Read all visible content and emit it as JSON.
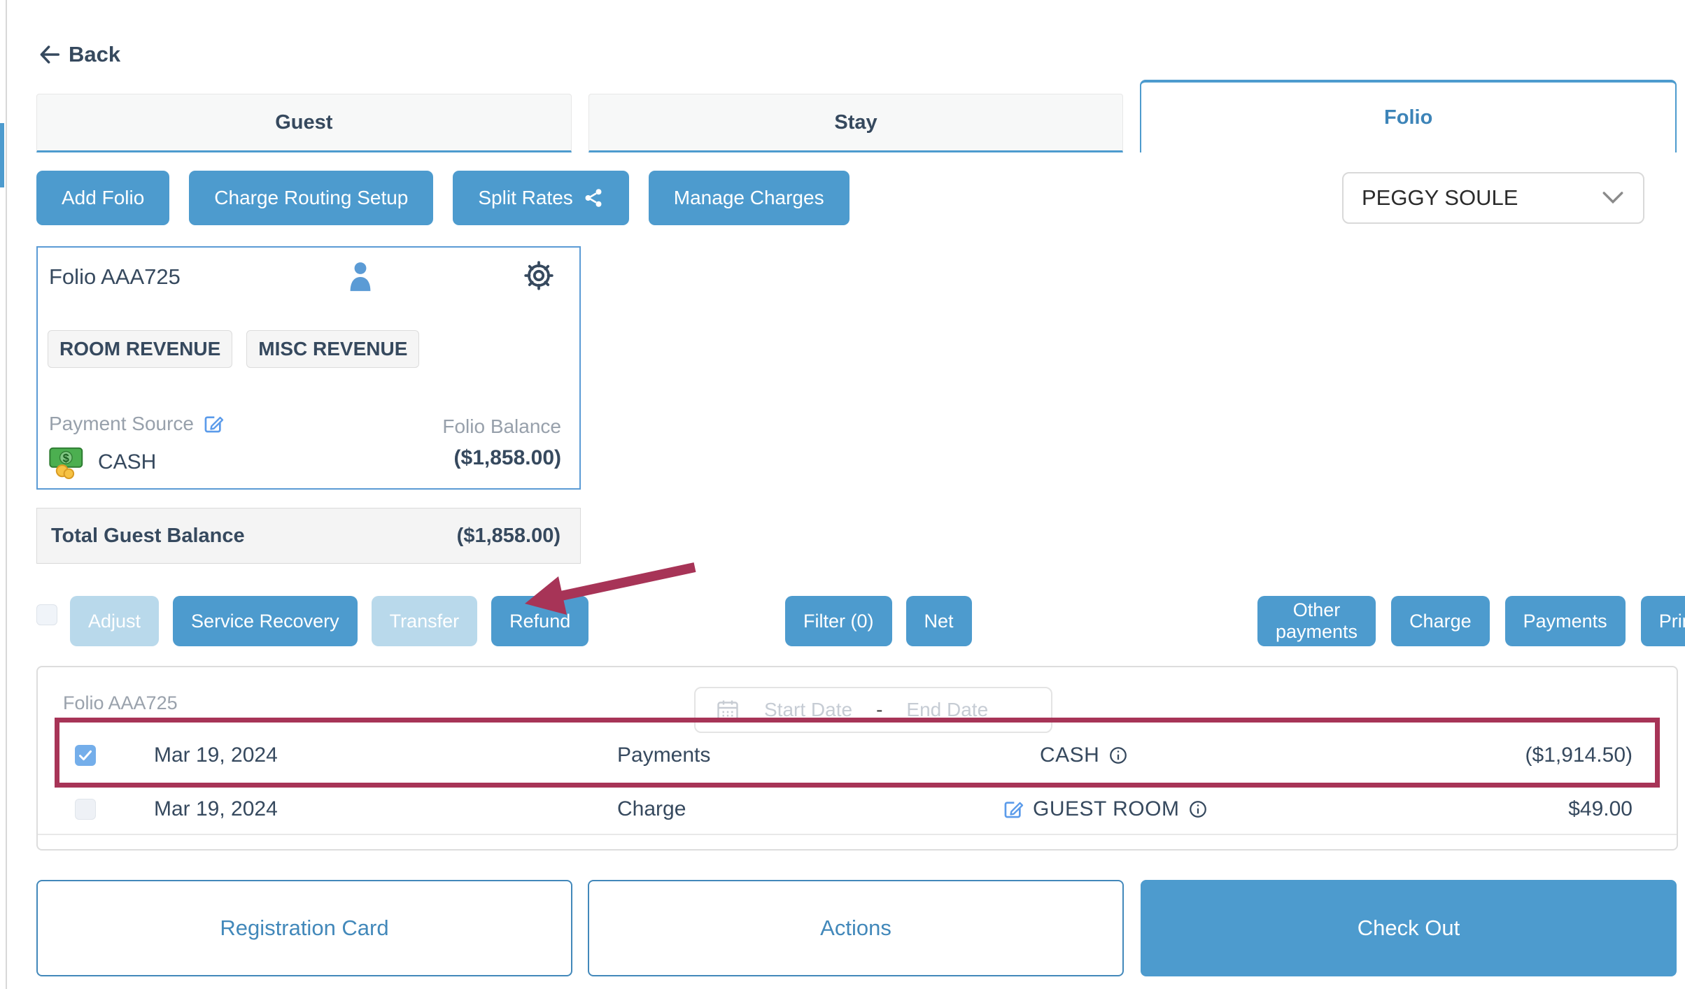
{
  "page": {
    "back_label": "Back"
  },
  "tabs": [
    {
      "label": "Guest",
      "active": false
    },
    {
      "label": "Stay",
      "active": false
    },
    {
      "label": "Folio",
      "active": true
    }
  ],
  "toolbar": {
    "add_folio": "Add Folio",
    "charge_routing_setup": "Charge Routing Setup",
    "split_rates": "Split Rates",
    "manage_charges": "Manage Charges"
  },
  "guest_selector": {
    "value": "PEGGY SOULE"
  },
  "folio_card": {
    "title": "Folio AAA725",
    "tags": [
      "ROOM REVENUE",
      "MISC REVENUE"
    ],
    "payment_source_label": "Payment Source",
    "payment_source_value": "CASH",
    "balance_label": "Folio Balance",
    "balance_value": "($1,858.00)"
  },
  "total_balance": {
    "label": "Total Guest Balance",
    "value": "($1,858.00)"
  },
  "actions": {
    "adjust": "Adjust",
    "service_recovery": "Service Recovery",
    "transfer": "Transfer",
    "refund": "Refund",
    "filter": "Filter (0)",
    "net": "Net",
    "other_payments": "Other payments",
    "charge": "Charge",
    "payments": "Payments",
    "print": "Print"
  },
  "table": {
    "title": "Folio AAA725",
    "date_range": {
      "start_placeholder": "Start Date",
      "separator": "-",
      "end_placeholder": "End Date"
    },
    "rows": [
      {
        "date": "Mar 19, 2024",
        "type": "Payments",
        "description": "CASH",
        "amount": "($1,914.50)",
        "checked": true,
        "highlighted": true
      },
      {
        "date": "Mar 19, 2024",
        "type": "Charge",
        "description": "GUEST ROOM",
        "amount": "$49.00",
        "checked": false,
        "highlighted": false
      }
    ]
  },
  "footer": {
    "registration_card": "Registration Card",
    "actions": "Actions",
    "check_out": "Check Out"
  },
  "icons": {
    "back-arrow-icon": "←",
    "person-icon": "👤",
    "gear-icon": "⚙",
    "share-icon": "share-nodes",
    "edit-icon": "pencil-square",
    "cash-icon": "💵",
    "info-icon": "ⓘ",
    "calendar-icon": "📅",
    "chevron-down-icon": "⌄",
    "checkmark-icon": "✓"
  },
  "colors": {
    "primary_blue": "#4d9bce",
    "disabled_blue": "#b9d9eb",
    "annotation_maroon": "#a73457",
    "navy_text": "#36495e",
    "outline_blue": "#4288ba",
    "checkbox_checked": "#74aeea"
  }
}
